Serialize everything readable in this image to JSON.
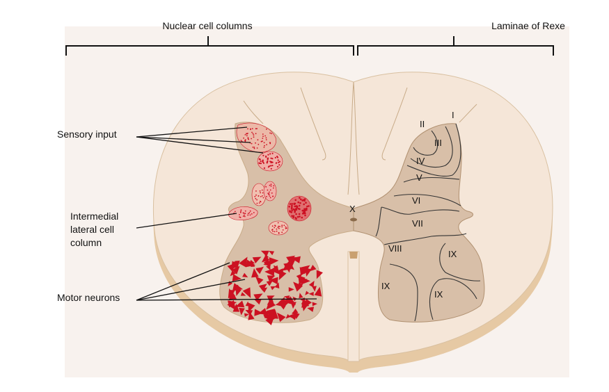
{
  "headers": {
    "left": "Nuclear cell columns",
    "right": "Laminae of Rexe"
  },
  "labels": {
    "sensory": "Sensory input",
    "intermedial": [
      "Intermedial",
      "lateral cell",
      "column"
    ],
    "motor": "Motor neurons"
  },
  "laminae": {
    "I": "I",
    "II": "II",
    "III": "III",
    "IV": "IV",
    "V": "V",
    "VI": "VI",
    "VII": "VII",
    "VIII": "VIII",
    "IX": "IX",
    "X": "X"
  },
  "colors": {
    "background_panel": "#f8f2ee",
    "white_matter": "#f5e6d8",
    "white_matter_edge": "#d9c0a0",
    "gray_matter": "#d8bfa8",
    "gray_matter_dark": "#c9ab90",
    "neuron_red": "#cc1122"
  }
}
